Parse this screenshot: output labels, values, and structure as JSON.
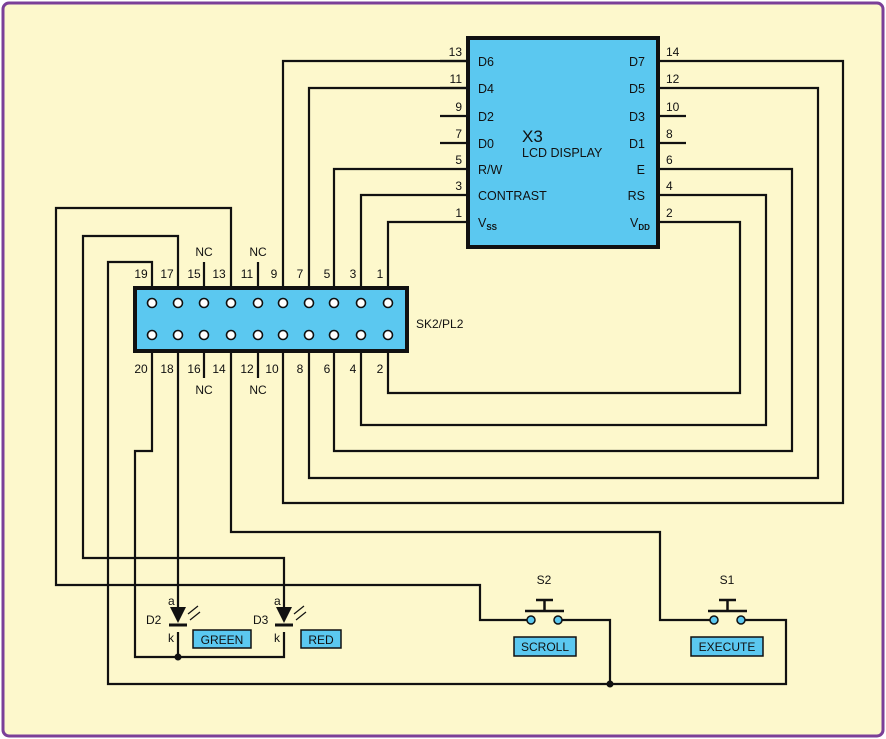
{
  "colors": {
    "frame_border": "#7b3f98",
    "frame_fill": "#fdf8cc",
    "component_fill": "#5bc8f0",
    "wire": "#111111"
  },
  "lcd": {
    "title": "X3",
    "subtitle": "LCD DISPLAY",
    "left_pins": [
      {
        "num": "13",
        "sig": "D6"
      },
      {
        "num": "11",
        "sig": "D4"
      },
      {
        "num": "9",
        "sig": "D2"
      },
      {
        "num": "7",
        "sig": "D0"
      },
      {
        "num": "5",
        "sig": "R/W"
      },
      {
        "num": "3",
        "sig": "CONTRAST"
      },
      {
        "num": "1",
        "sig": "V",
        "sub": "SS"
      }
    ],
    "right_pins": [
      {
        "num": "14",
        "sig": "D7"
      },
      {
        "num": "12",
        "sig": "D5"
      },
      {
        "num": "10",
        "sig": "D3"
      },
      {
        "num": "8",
        "sig": "D1"
      },
      {
        "num": "6",
        "sig": "E"
      },
      {
        "num": "4",
        "sig": "RS"
      },
      {
        "num": "2",
        "sig": "V",
        "sub": "DD"
      }
    ]
  },
  "connector": {
    "label": "SK2/PL2",
    "top_pins": [
      "19",
      "17",
      "15",
      "13",
      "11",
      "9",
      "7",
      "5",
      "3",
      "1"
    ],
    "bottom_pins": [
      "20",
      "18",
      "16",
      "14",
      "12",
      "10",
      "8",
      "6",
      "4",
      "2"
    ],
    "nc_top_1": "NC",
    "nc_top_2": "NC",
    "nc_bottom_1": "NC",
    "nc_bottom_2": "NC"
  },
  "leds": [
    {
      "ref": "D2",
      "anode": "a",
      "cathode": "k",
      "color_label": "GREEN"
    },
    {
      "ref": "D3",
      "anode": "a",
      "cathode": "k",
      "color_label": "RED"
    }
  ],
  "switches": [
    {
      "ref": "S2",
      "label": "SCROLL"
    },
    {
      "ref": "S1",
      "label": "EXECUTE"
    }
  ]
}
